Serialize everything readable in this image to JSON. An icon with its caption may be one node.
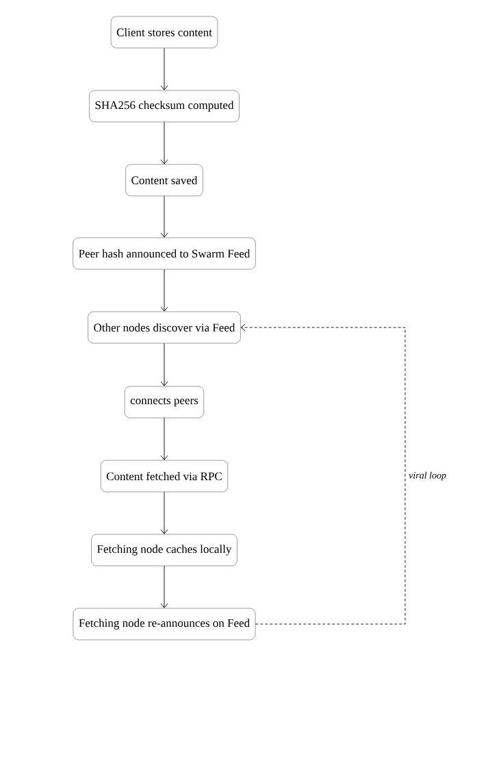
{
  "diagram": {
    "nodes": [
      {
        "text": [
          "Client stores content"
        ]
      },
      {
        "text": [
          "SHA256 checksum computed"
        ]
      },
      {
        "text": [
          "Content saved"
        ]
      },
      {
        "text": [
          "Peer hash announced to Swarm Feed"
        ]
      },
      {
        "text": [
          "Other nodes discover via Feed"
        ]
      },
      {
        "text": [
          "connects peers"
        ]
      },
      {
        "text": [
          "Content fetched via RPC"
        ]
      },
      {
        "text": [
          "Fetching node caches locally"
        ]
      },
      {
        "text": [
          "Fetching node re-announces on Feed"
        ]
      }
    ],
    "edges": [
      {
        "from": 0,
        "to": 1,
        "arrow": "to"
      },
      {
        "from": 1,
        "to": 2,
        "arrow": "to"
      },
      {
        "from": 2,
        "to": 3,
        "arrow": "to"
      },
      {
        "from": 3,
        "to": 4,
        "arrow": "to"
      },
      {
        "from": 4,
        "to": 5,
        "arrow": "to"
      },
      {
        "from": 5,
        "to": 6,
        "arrow": "to"
      },
      {
        "from": 6,
        "to": 7,
        "arrow": "to"
      },
      {
        "from": 7,
        "to": 8,
        "arrow": "to"
      },
      {
        "from": 8,
        "to": 4,
        "arrow": "to",
        "style": "dashed",
        "label": "viral loop"
      }
    ]
  }
}
